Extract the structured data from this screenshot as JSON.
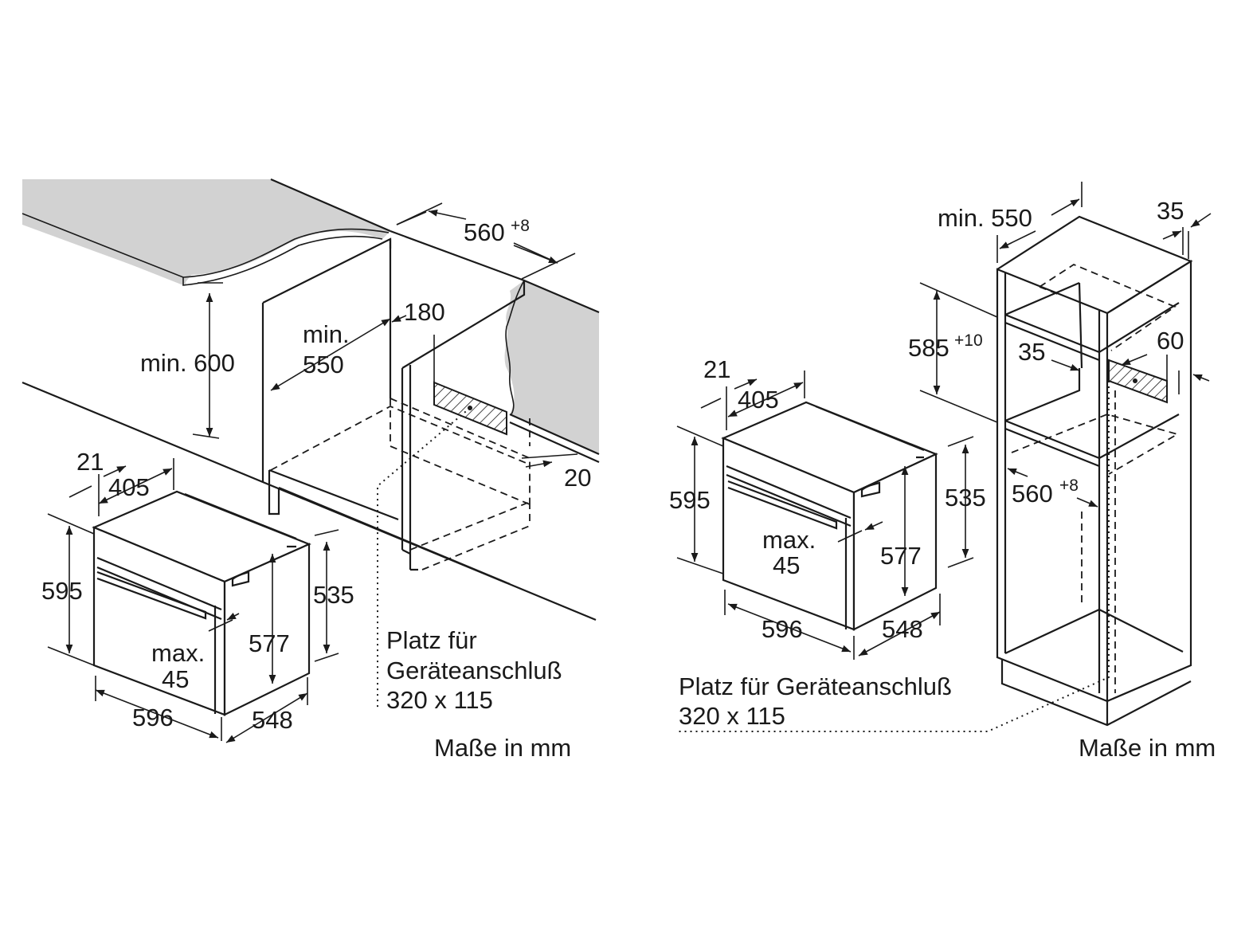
{
  "colors": {
    "line": "#1a1a1a",
    "background": "#ffffff",
    "countertop": "#d2d2d2"
  },
  "left": {
    "countertop_height": "min. 600",
    "cabinet_depth": [
      "min.",
      "550"
    ],
    "niche_width": "560",
    "niche_width_tol": "+8",
    "outlet_offset": "180",
    "edge_gap": "20",
    "oven": {
      "depth_front": "21",
      "depth_top": "405",
      "height": "595",
      "body_height": "535",
      "inner_height": "577",
      "max_label": [
        "max.",
        "45"
      ],
      "width": "596",
      "depth": "548"
    },
    "connection_note": [
      "Platz für",
      "Geräteanschluß",
      "320 x 115"
    ],
    "units_note": "Maße in mm"
  },
  "right": {
    "cabinet_depth": "min. 550",
    "side_thickness": "35",
    "niche_height": "585",
    "niche_height_tol": "+10",
    "shelf_offset": "35",
    "rear_gap": "60",
    "niche_width": "560",
    "niche_width_tol": "+8",
    "oven": {
      "depth_front": "21",
      "depth_top": "405",
      "height": "595",
      "body_height": "535",
      "inner_height": "577",
      "max_label": [
        "max.",
        "45"
      ],
      "width": "596",
      "depth": "548"
    },
    "connection_note": [
      "Platz für Geräteanschluß",
      "320 x 115"
    ],
    "units_note": "Maße in mm"
  }
}
